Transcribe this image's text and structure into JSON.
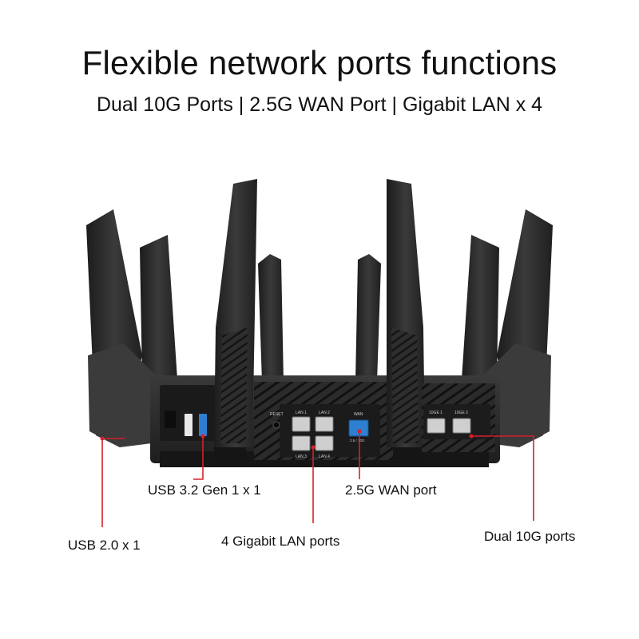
{
  "header": {
    "title": "Flexible network ports functions",
    "subtitle": "Dual 10G Ports | 2.5G WAN Port | Gigabit LAN x 4"
  },
  "callouts": {
    "usb2": "USB 2.0 x 1",
    "usb3": "USB 3.2 Gen 1 x 1",
    "lan": "4 Gigabit LAN ports",
    "wan": "2.5G WAN port",
    "ten_g": "Dual 10G ports"
  },
  "panel": {
    "reset": "RESET",
    "lan1": "LAN 1",
    "lan2": "LAN 2",
    "lan3": "LAN 3",
    "lan4": "LAN 4",
    "wan": "WAN",
    "wan_sub": "2.5 / 10G",
    "ten_g1": "10GE 1",
    "ten_g2": "10GE 2"
  },
  "colors": {
    "callout_line": "#d8202b",
    "router_body": "#2a2a2a",
    "wan_port": "#2f7fd1",
    "usb3_port": "#2f7fd1"
  }
}
